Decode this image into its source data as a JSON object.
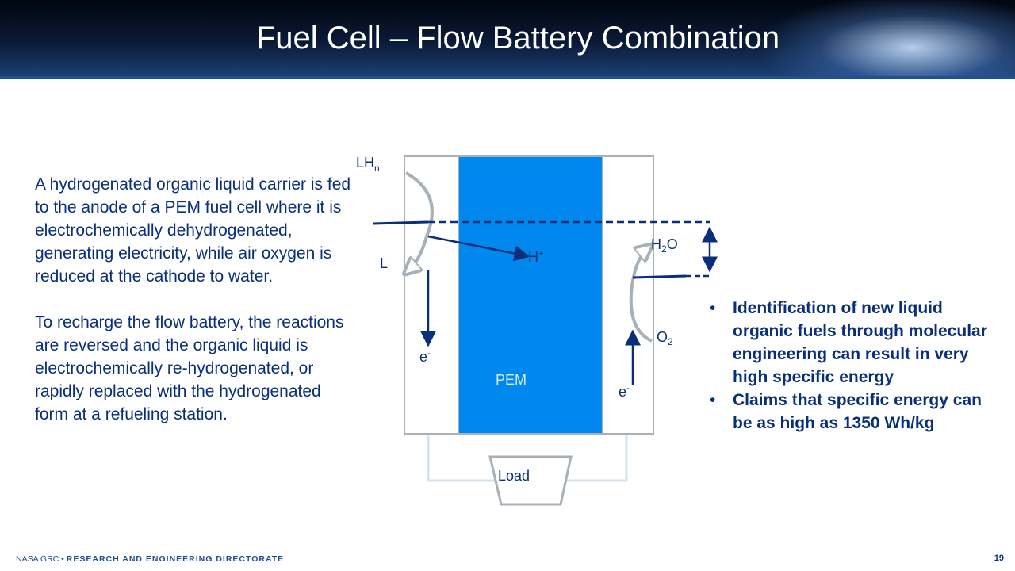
{
  "header": {
    "title": "Fuel Cell – Flow Battery Combination"
  },
  "left_text": {
    "paragraph1": "A hydrogenated organic liquid carrier is fed to the anode of a PEM fuel cell where it is electrochemically dehydrogenated, generating electricity, while air oxygen is reduced at the cathode to water.",
    "paragraph2": "To recharge the flow battery, the reactions are reversed and the organic liquid is electrochemically re-hydrogenated, or rapidly replaced with the hydrogenated form at a refueling station."
  },
  "diagram": {
    "lhn": "LH",
    "lhn_sub": "n",
    "l": "L",
    "h_plus": "H",
    "h_plus_sup": "+",
    "h2o_h": "H",
    "h2o_sub": "2",
    "h2o_o": "O",
    "o2": "O",
    "o2_sub": "2",
    "e_left": "e",
    "e_left_sup": "-",
    "e_right": "e",
    "e_right_sup": "-",
    "pem": "PEM",
    "load": "Load",
    "colors": {
      "pem": "#0088ee",
      "navy": "#0a2f7a",
      "gray": "#a8b0b8"
    }
  },
  "bullets": [
    "Identification of new liquid organic fuels through molecular engineering can result in very high specific energy",
    "Claims that specific energy can be as high as 1350 Wh/kg"
  ],
  "footer": {
    "org": "NASA GRC",
    "sep": " • ",
    "directorate": "RESEARCH AND ENGINEERING DIRECTORATE",
    "page": "19"
  }
}
